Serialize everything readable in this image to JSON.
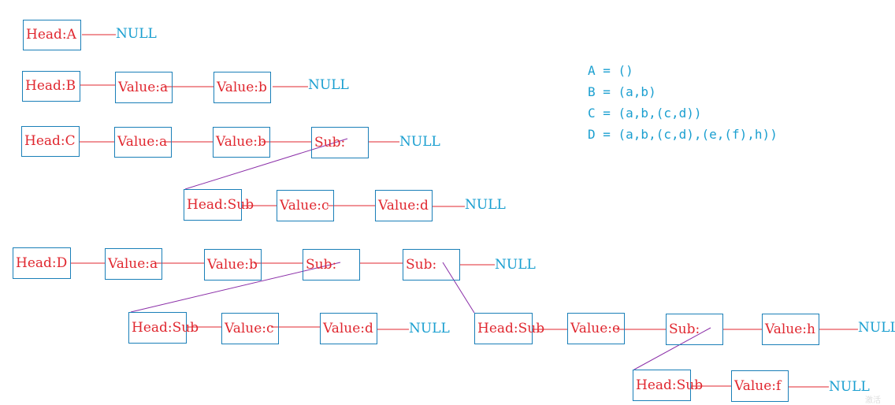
{
  "colors": {
    "box_border": "#1a7fb8",
    "box_text": "#e0272f",
    "link_line": "#e0272f",
    "sub_link_line": "#8b2fa8",
    "null_text": "#1a9fd0",
    "notation_text": "#1a9fd0"
  },
  "null_label": "NULL",
  "nodes": {
    "a_head": "Head:A",
    "b_head": "Head:B",
    "b_v1": "Value:a",
    "b_v2": "Value:b",
    "c_head": "Head:C",
    "c_v1": "Value:a",
    "c_v2": "Value:b",
    "c_sub": "Sub:",
    "c_sub_head": "Head:Sub",
    "c_sub_v1": "Value:c",
    "c_sub_v2": "Value:d",
    "d_head": "Head:D",
    "d_v1": "Value:a",
    "d_v2": "Value:b",
    "d_sub1": "Sub:",
    "d_sub2": "Sub:",
    "d_s1_head": "Head:Sub",
    "d_s1_v1": "Value:c",
    "d_s1_v2": "Value:d",
    "d_s2_head": "Head:Sub",
    "d_s2_v1": "Value:e",
    "d_s2_sub": "Sub:",
    "d_s2_v2": "Value:h",
    "d_s3_head": "Head:Sub",
    "d_s3_v1": "Value:f"
  },
  "notation": [
    "A = ()",
    "B = (a,b)",
    "C = (a,b,(c,d))",
    "D = (a,b,(c,d),(e,(f),h))"
  ],
  "watermark": "激活"
}
